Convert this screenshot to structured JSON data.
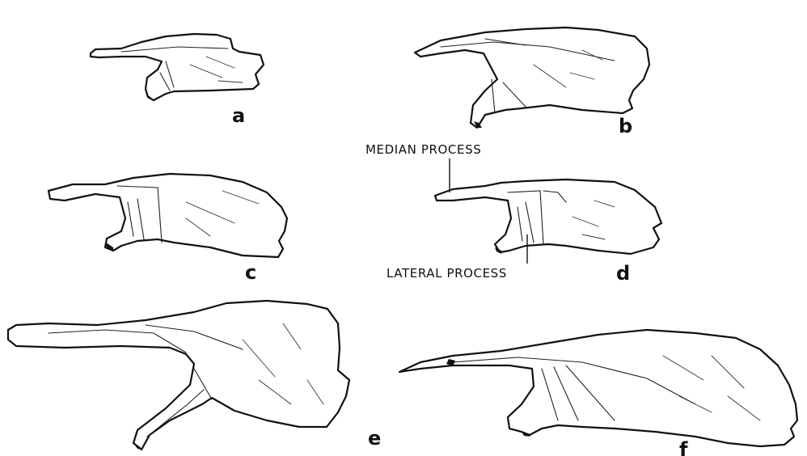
{
  "figure": {
    "labels": {
      "a": "a",
      "b": "b",
      "c": "c",
      "d": "d",
      "e": "e",
      "f": "f"
    },
    "callouts": {
      "median_process": "MEDIAN PROCESS",
      "lateral_process": "LATERAL PROCESS"
    }
  }
}
